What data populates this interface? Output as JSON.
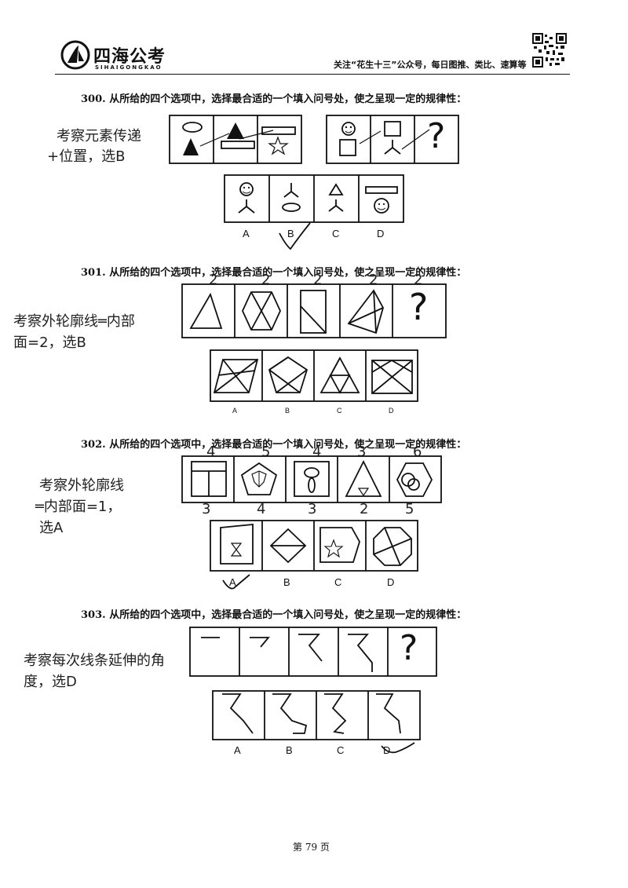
{
  "header": {
    "brand": "四海公考",
    "brand_pinyin": "SIHAIGONGKAO",
    "slogan": "关注“花生十三”公众号，每日图推、类比、速算等"
  },
  "questions": [
    {
      "number_text": "300. 从所给的四个选项中，选择最合适的一个填入问号处，使之呈现一定的规律性：",
      "note_lines": [
        "考察元素传递",
        "+位置，选B"
      ],
      "options": [
        "A",
        "B",
        "C",
        "D"
      ]
    },
    {
      "number_text": "301. 从所给的四个选项中，选择最合适的一个填入问号处，使之呈现一定的规律性：",
      "note_lines": [
        "考察外轮廓线═内部",
        "面=2，选B"
      ],
      "top_counts": [
        "2",
        "2",
        "2",
        "2",
        "2"
      ],
      "options": [
        "A",
        "B",
        "C",
        "D"
      ]
    },
    {
      "number_text": "302. 从所给的四个选项中，选择最合适的一个填入问号处，使之呈现一定的规律性：",
      "note_lines": [
        "考察外轮廓线",
        "═内部面=1，",
        "选A"
      ],
      "top_counts": [
        "4",
        "5",
        "4",
        "3",
        "6"
      ],
      "bottom_counts": [
        "3",
        "4",
        "3",
        "2",
        "5"
      ],
      "options": [
        "A",
        "B",
        "C",
        "D"
      ]
    },
    {
      "number_text": "303. 从所给的四个选项中，选择最合适的一个填入问号处，使之呈现一定的规律性：",
      "note_lines": [
        "考察每次线条延伸的角",
        "度，选D"
      ],
      "options": [
        "A",
        "B",
        "C",
        "D"
      ]
    }
  ],
  "question_mark": "?",
  "footer": {
    "page_label": "第 79 页"
  }
}
